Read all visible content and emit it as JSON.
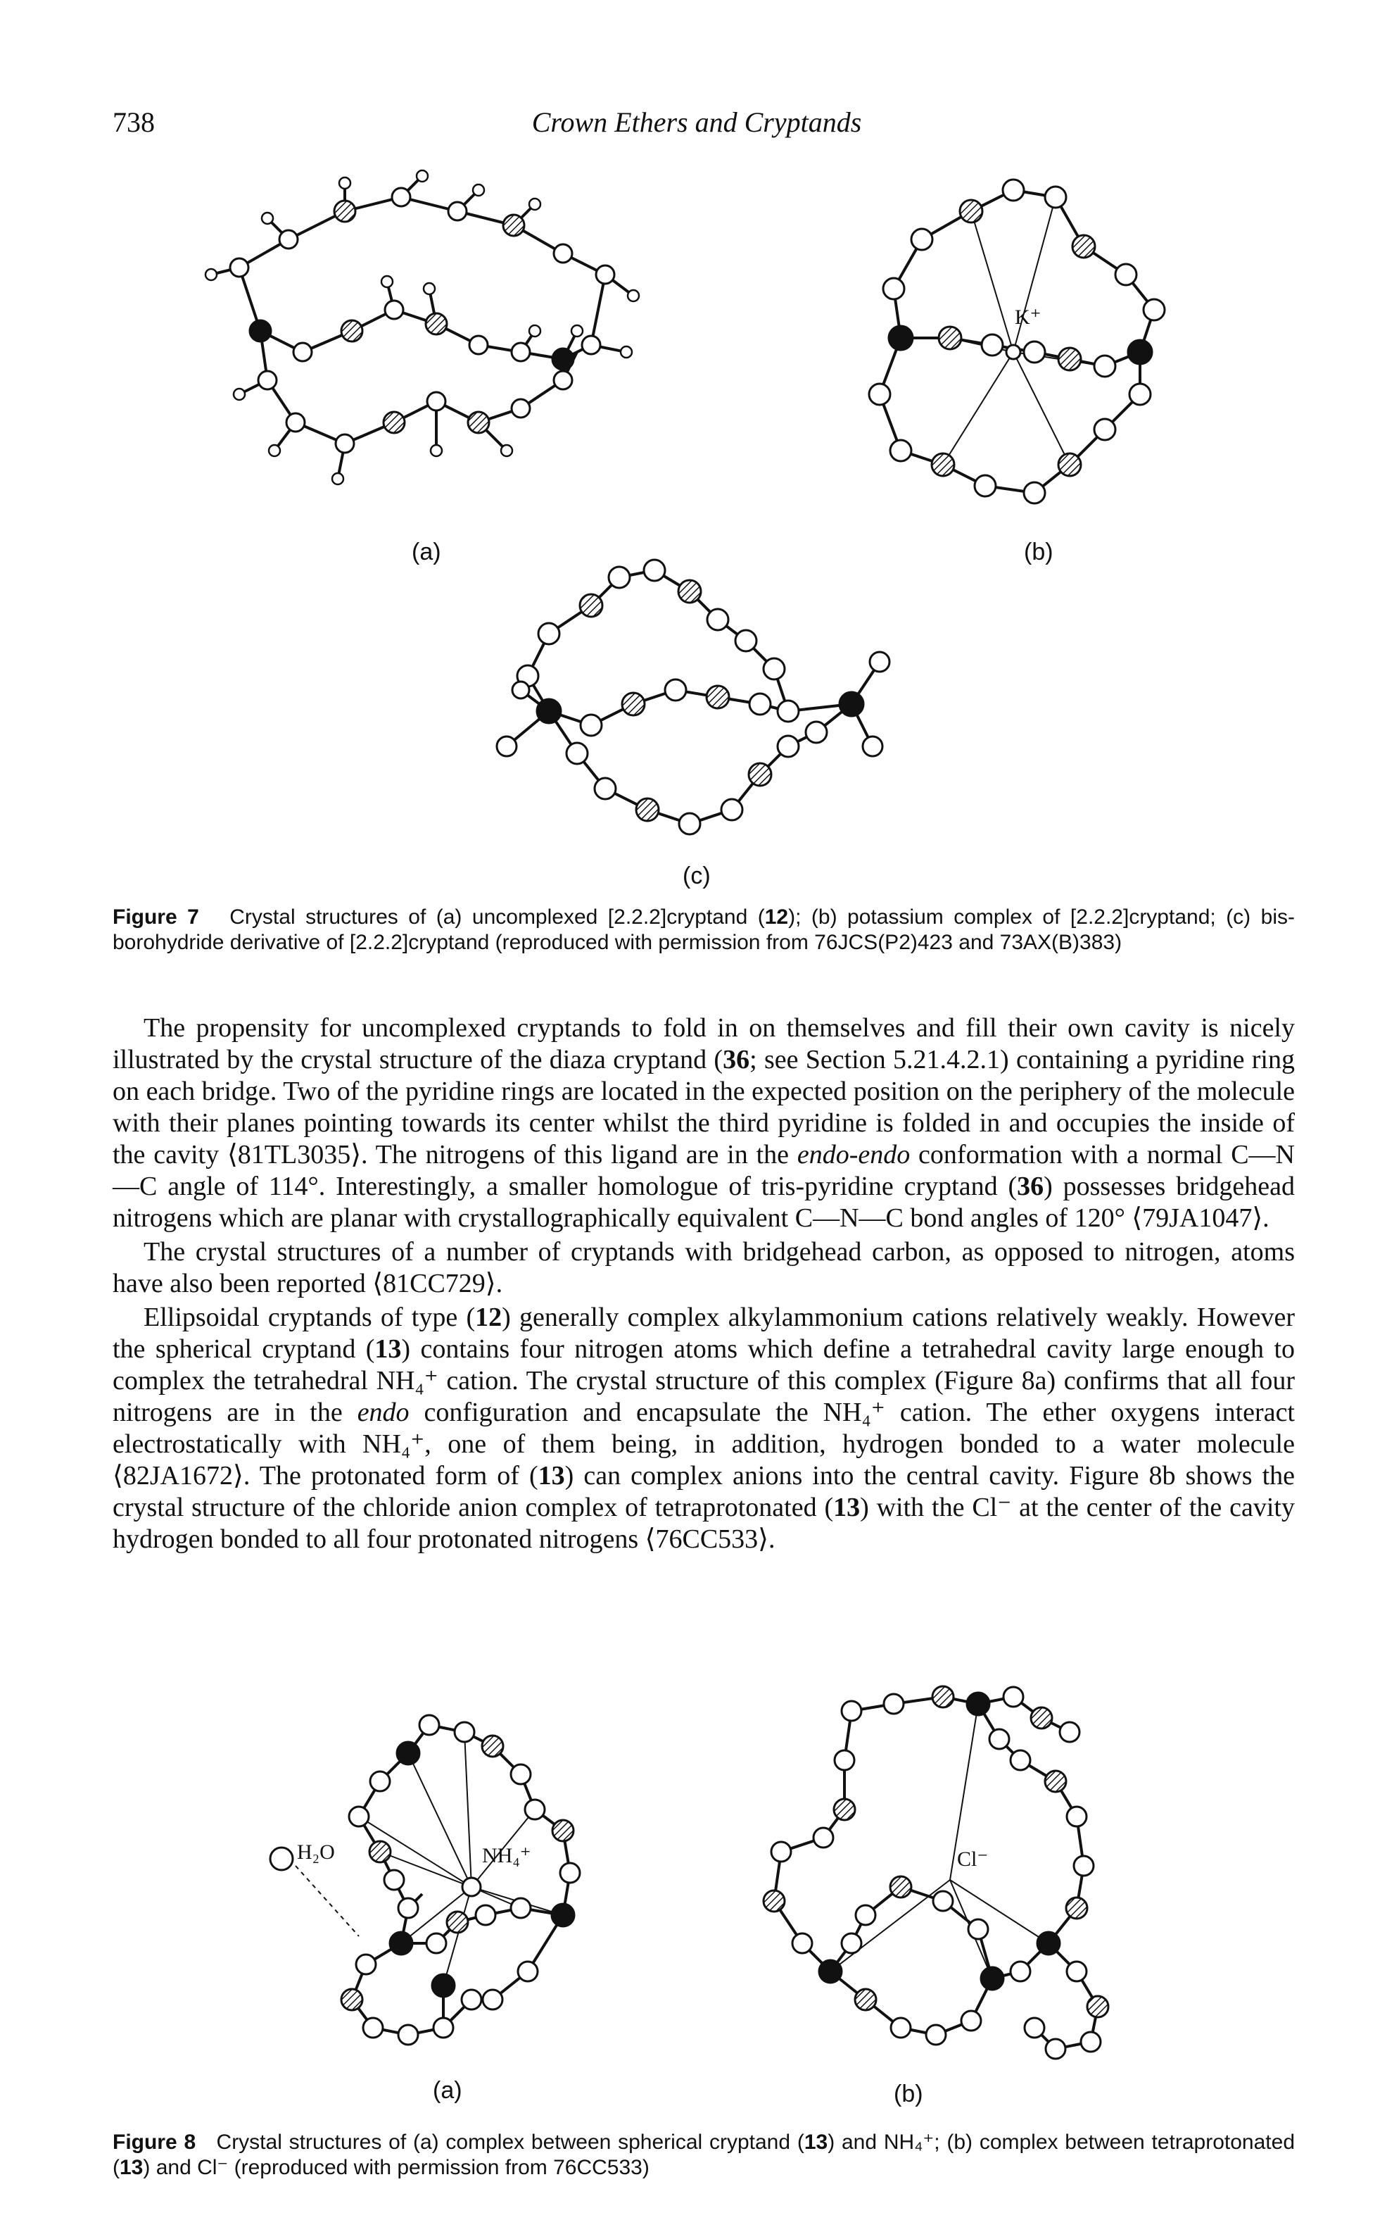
{
  "header": {
    "page_number": "738",
    "running_title": "Crown Ethers and Cryptands"
  },
  "figure7": {
    "panel_a": "(a)",
    "panel_b": "(b)",
    "panel_c": "(c)",
    "k_label": "K⁺",
    "caption_label": "Figure 7",
    "caption_parts": [
      "Crystal structures of (a) uncomplexed [2.2.2]cryptand (",
      "12",
      "); (b) potassium complex of [2.2.2]cryptand; (c) bis-borohydride derivative of [2.2.2]cryptand (reproduced with permission from 76JCS(P2)423 and 73AX(B)383)"
    ]
  },
  "paragraphs": [
    {
      "parts": [
        "The propensity for uncomplexed cryptands to fold in on themselves and fill their own cavity is nicely illustrated by the crystal structure of the diaza cryptand (",
        "36",
        "; see Section 5.21.4.2.1) containing a pyridine ring on each bridge. Two of the pyridine rings are located in the expected position on the periphery of the molecule with their planes pointing towards its center whilst the third pyridine is folded in and occupies the inside of the cavity ⟨81TL3035⟩. The nitrogens of this ligand are in the ",
        "endo-endo",
        " conformation with a normal C—N—C angle of 114°. Interestingly, a smaller homologue of tris-pyridine cryptand (",
        "36",
        ") possesses bridgehead nitrogens which are planar with crystallographically equivalent C—N—C bond angles of 120° ⟨79JA1047⟩."
      ]
    },
    {
      "parts": [
        "The crystal structures of a number of cryptands with bridgehead carbon, as opposed to nitrogen, atoms have also been reported ⟨81CC729⟩."
      ]
    },
    {
      "parts": [
        "Ellipsoidal cryptands of type (",
        "12",
        ") generally complex alkylammonium cations relatively weakly. However the spherical cryptand (",
        "13",
        ") contains four nitrogen atoms which define a tetrahedral cavity large enough to complex the tetrahedral NH₄⁺ cation. The crystal structure of this complex (Figure 8a) confirms that all four nitrogens are in the ",
        "endo",
        " configuration and encapsulate the NH₄⁺ cation. The ether oxygens interact electrostatically with NH₄⁺, one of them being, in addition, hydrogen bonded to a water molecule ⟨82JA1672⟩. The protonated form of (",
        "13",
        ") can complex anions into the central cavity. Figure 8b shows the crystal structure of the chloride anion complex of tetraprotonated (",
        "13",
        ") with the Cl⁻ at the center of the cavity hydrogen bonded to all four protonated nitrogens ⟨76CC533⟩."
      ]
    }
  ],
  "figure8": {
    "panel_a": "(a)",
    "panel_b": "(b)",
    "nh4_label": "NH₄⁺",
    "h2o_label": "H₂O",
    "cl_label": "Cl⁻",
    "caption_label": "Figure 8",
    "caption_parts": [
      "Crystal structures of (a) complex between spherical cryptand (",
      "13",
      ") and NH₄⁺; (b) complex between tetraprotonated (",
      "13",
      ") and Cl⁻ (reproduced with permission from 76CC533)"
    ]
  }
}
